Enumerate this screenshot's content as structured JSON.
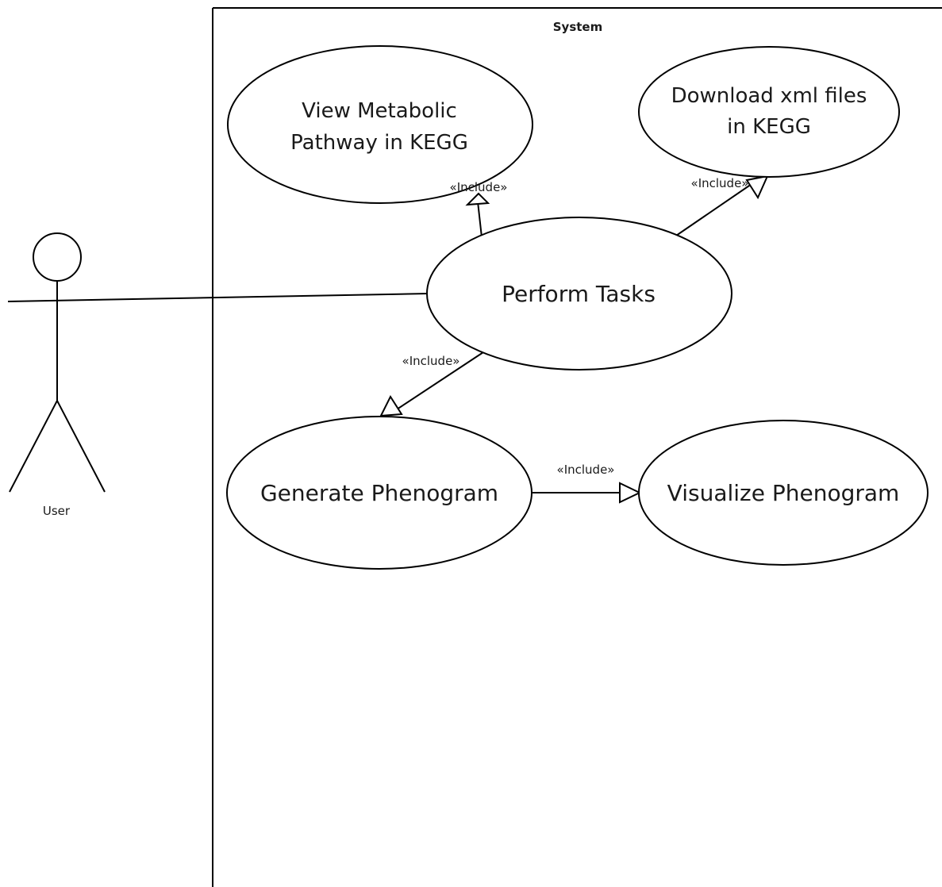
{
  "system": {
    "title": "System"
  },
  "actor": {
    "label": "User"
  },
  "use_cases": {
    "view_pathway": {
      "line1": "View Metabolic",
      "line2": "Pathway in KEGG"
    },
    "download_xml": {
      "line1": "Download xml files",
      "line2": "in KEGG"
    },
    "perform_tasks": {
      "label": "Perform Tasks"
    },
    "generate_phenogram": {
      "label": "Generate Phenogram"
    },
    "visualize_phenogram": {
      "label": "Visualize Phenogram"
    }
  },
  "relations": {
    "include_view": "«Include»",
    "include_download": "«Include»",
    "include_generate": "«Include»",
    "include_visualize": "«Include»"
  }
}
